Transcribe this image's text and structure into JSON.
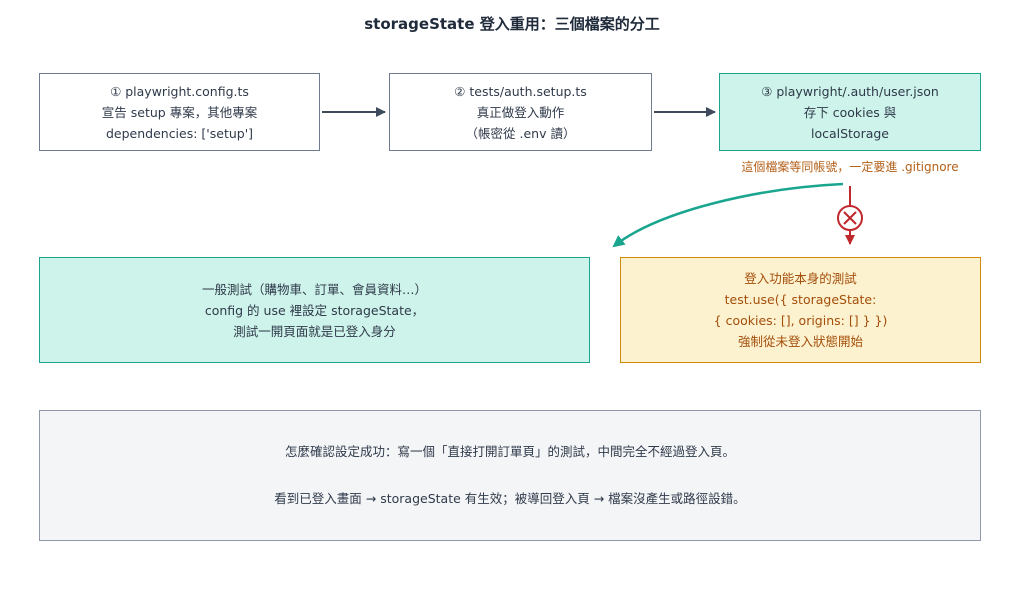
{
  "title": "storageState 登入重用：三個檔案的分工",
  "steps": [
    {
      "lines": [
        "① playwright.config.ts",
        "宣告 setup 專案，其他專案",
        "dependencies: ['setup']"
      ]
    },
    {
      "lines": [
        "② tests/auth.setup.ts",
        "真正做登入動作",
        "（帳密從 .env 讀）"
      ]
    },
    {
      "lines": [
        "③ playwright/.auth/user.json",
        "存下 cookies 與",
        "localStorage"
      ]
    }
  ],
  "warning_note": "這個檔案等同帳號，一定要進 .gitignore",
  "general_tests": {
    "lines": [
      "一般測試（購物車、訂單、會員資料…）",
      "config 的 use 裡設定 storageState，",
      "測試一開頁面就是已登入身分"
    ]
  },
  "login_tests": {
    "lines": [
      "登入功能本身的測試",
      "test.use({ storageState:",
      "{ cookies: [], origins: [] } })",
      "強制從未登入狀態開始"
    ]
  },
  "verification": {
    "lines": [
      "怎麼確認設定成功：寫一個「直接打開訂單頁」的測試，中間完全不經過登入頁。",
      "看到已登入畫面 → storageState 有生效；被導回登入頁 → 檔案沒產生或路徑設錯。"
    ]
  },
  "colors": {
    "arrow_gray": "#3f4a5c",
    "teal": "#1aa58e",
    "blocked_red": "#c0282d",
    "warning_orange": "#b4601a"
  }
}
